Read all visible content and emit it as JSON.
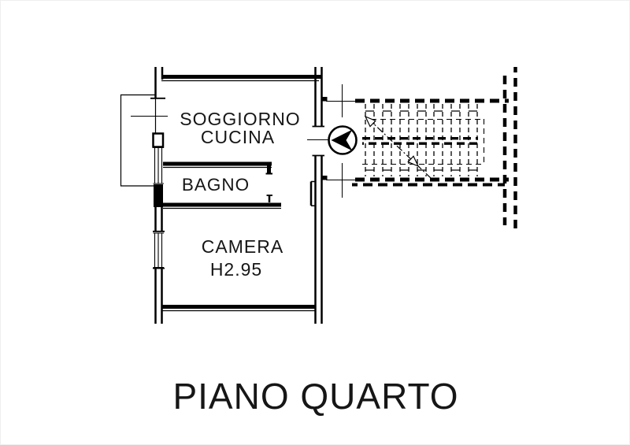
{
  "caption": {
    "title": "PIANO QUARTO"
  },
  "plan": {
    "rooms": {
      "soggiorno_cucina": {
        "line1": "SOGGIORNO",
        "line2": "CUCINA"
      },
      "bagno": {
        "label": "BAGNO"
      },
      "camera": {
        "label": "CAMERA",
        "height_label": "H2.95"
      }
    },
    "symbols": {
      "entrance_arrow_icon": "door-direction-arrow",
      "staircase": "stairs-with-direction-line",
      "balcony": "balcony-outline"
    },
    "colors": {
      "line": "#000000",
      "background": "#ffffff",
      "page_border": "#efefef"
    }
  }
}
